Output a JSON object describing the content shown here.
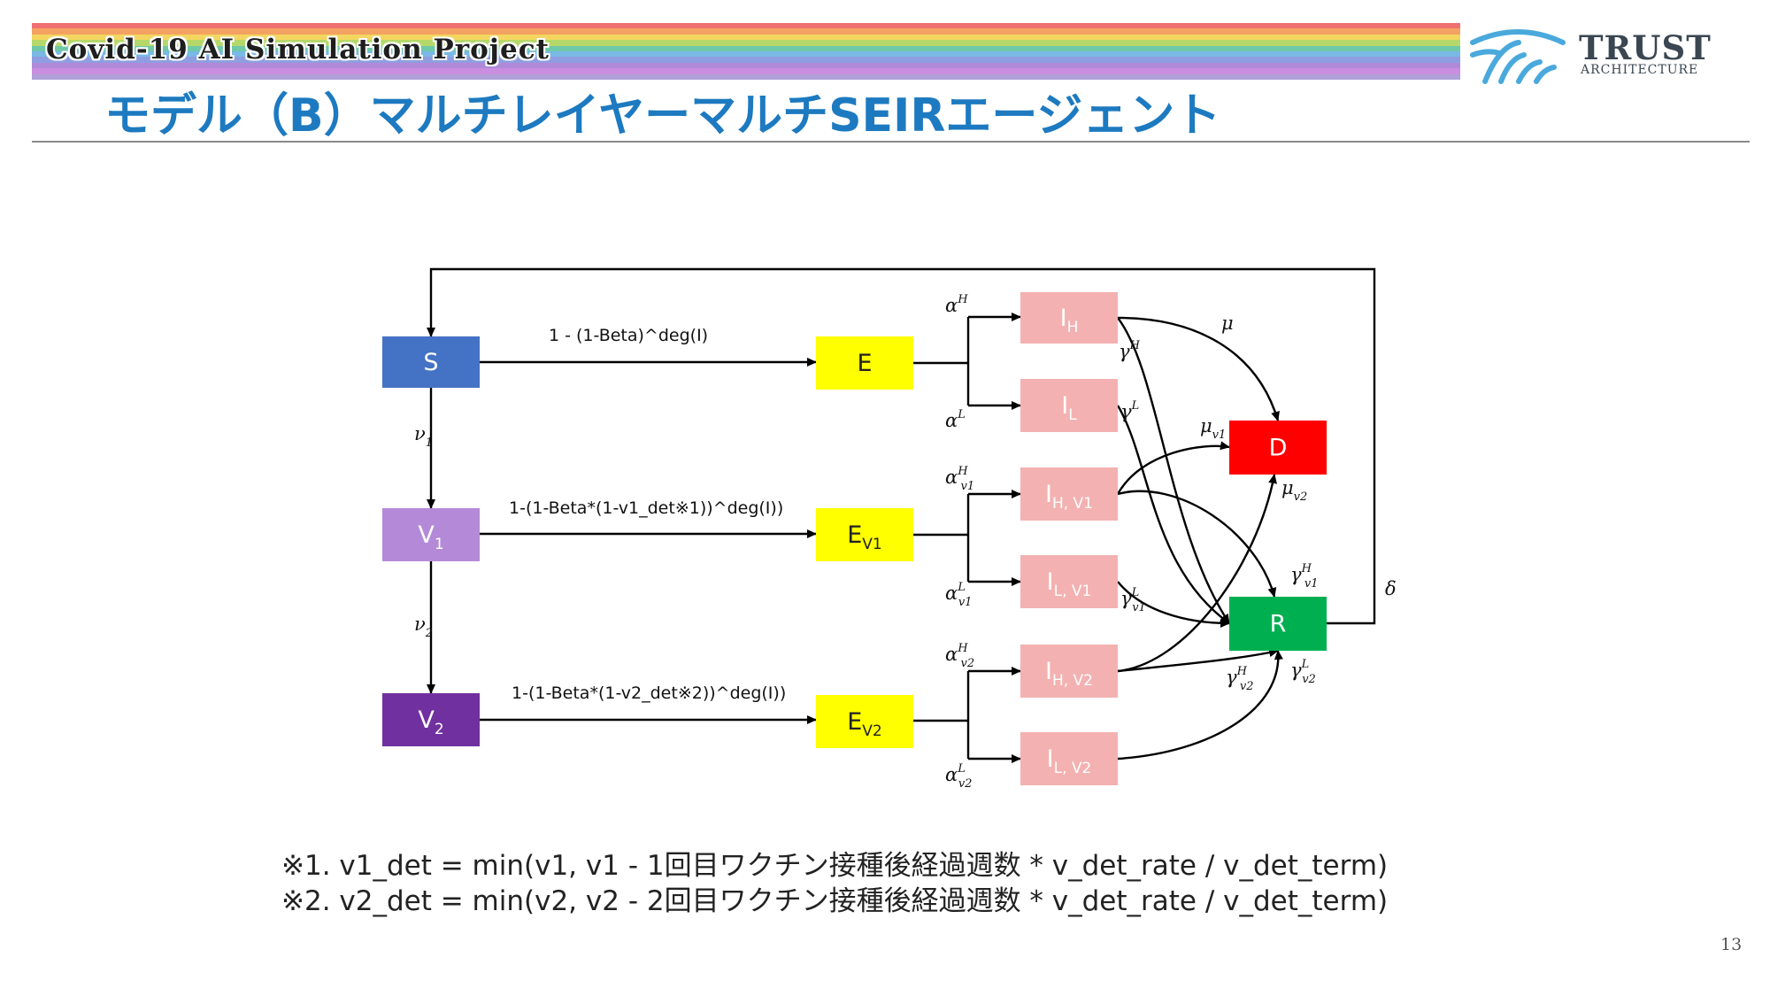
{
  "header": {
    "banner": "Covid-19 AI Simulation Project",
    "title": "モデル（B）マルチレイヤーマルチSEIRエージェント",
    "banner_colors": [
      "#f07070",
      "#f4a262",
      "#f2d660",
      "#b6d86a",
      "#6fc8a8",
      "#7ab8e6",
      "#8e9ee0",
      "#b08ad8",
      "#c98ee0",
      "#b0a0d8"
    ]
  },
  "logo": {
    "name": "TRUST",
    "subtitle": "ARCHITECTURE",
    "icon": "bridge-arch-logo-icon",
    "color": "#4aa9dc"
  },
  "diagram": {
    "nodes": {
      "S": {
        "main": "S",
        "sub": "",
        "fill": "#4472c4",
        "text": "#ffffff"
      },
      "V1": {
        "main": "V",
        "sub": "1",
        "fill": "#b48ad8",
        "text": "#ffffff"
      },
      "V2": {
        "main": "V",
        "sub": "2",
        "fill": "#7030a0",
        "text": "#ffffff"
      },
      "E": {
        "main": "E",
        "sub": "",
        "fill": "#ffff00",
        "text": "#222222"
      },
      "EV1": {
        "main": "E",
        "sub": "V1",
        "fill": "#ffff00",
        "text": "#222222"
      },
      "EV2": {
        "main": "E",
        "sub": "V2",
        "fill": "#ffff00",
        "text": "#222222"
      },
      "IH": {
        "main": "I",
        "sub": "H",
        "fill": "#f4b1b1",
        "text": "#ffffff"
      },
      "IL": {
        "main": "I",
        "sub": "L",
        "fill": "#f4b1b1",
        "text": "#ffffff"
      },
      "IHV1": {
        "main": "I",
        "sub": "H, V1",
        "fill": "#f4b1b1",
        "text": "#ffffff"
      },
      "ILV1": {
        "main": "I",
        "sub": "L, V1",
        "fill": "#f4b1b1",
        "text": "#ffffff"
      },
      "IHV2": {
        "main": "I",
        "sub": "H, V2",
        "fill": "#f4b1b1",
        "text": "#ffffff"
      },
      "ILV2": {
        "main": "I",
        "sub": "L, V2",
        "fill": "#f4b1b1",
        "text": "#ffffff"
      },
      "D": {
        "main": "D",
        "sub": "",
        "fill": "#ff0000",
        "text": "#ffffff"
      },
      "R": {
        "main": "R",
        "sub": "",
        "fill": "#00b050",
        "text": "#ffffff"
      }
    },
    "rate_labels": {
      "s_to_e": "1 - (1-Beta)^deg(I)",
      "v1_to_ev1": "1-(1-Beta*(1-v1_det※1))^deg(I))",
      "v2_to_ev2": "1-(1-Beta*(1-v2_det※2))^deg(I))"
    },
    "greek": {
      "nu1": {
        "sym": "ν",
        "sub": "1",
        "sup": ""
      },
      "nu2": {
        "sym": "ν",
        "sub": "2",
        "sup": ""
      },
      "alphaH": {
        "sym": "α",
        "sub": "",
        "sup": "H"
      },
      "alphaL": {
        "sym": "α",
        "sub": "",
        "sup": "L"
      },
      "alphaHv1": {
        "sym": "α",
        "sub": "v1",
        "sup": "H"
      },
      "alphaLv1": {
        "sym": "α",
        "sub": "v1",
        "sup": "L"
      },
      "alphaHv2": {
        "sym": "α",
        "sub": "v2",
        "sup": "H"
      },
      "alphaLv2": {
        "sym": "α",
        "sub": "v2",
        "sup": "L"
      },
      "gammaH": {
        "sym": "γ",
        "sub": "",
        "sup": "H"
      },
      "gammaL": {
        "sym": "γ",
        "sub": "",
        "sup": "L"
      },
      "mu": {
        "sym": "μ",
        "sub": "",
        "sup": ""
      },
      "muv1": {
        "sym": "μ",
        "sub": "v1",
        "sup": ""
      },
      "muv2": {
        "sym": "μ",
        "sub": "v2",
        "sup": ""
      },
      "gammaHv1": {
        "sym": "γ",
        "sub": "v1",
        "sup": "H"
      },
      "gammaLv1": {
        "sym": "γ",
        "sub": "v1",
        "sup": "L"
      },
      "gammaHv2": {
        "sym": "γ",
        "sub": "v2",
        "sup": "H"
      },
      "gammaLv2": {
        "sym": "γ",
        "sub": "v2",
        "sup": "L"
      },
      "delta": {
        "sym": "δ",
        "sub": "",
        "sup": ""
      }
    }
  },
  "notes": [
    "※1. v1_det = min(v1, v1 - 1回目ワクチン接種後経過週数 * v_det_rate / v_det_term)",
    "※2. v2_det = min(v2, v2 - 2回目ワクチン接種後経過週数 * v_det_rate / v_det_term)"
  ],
  "page_number": "13"
}
